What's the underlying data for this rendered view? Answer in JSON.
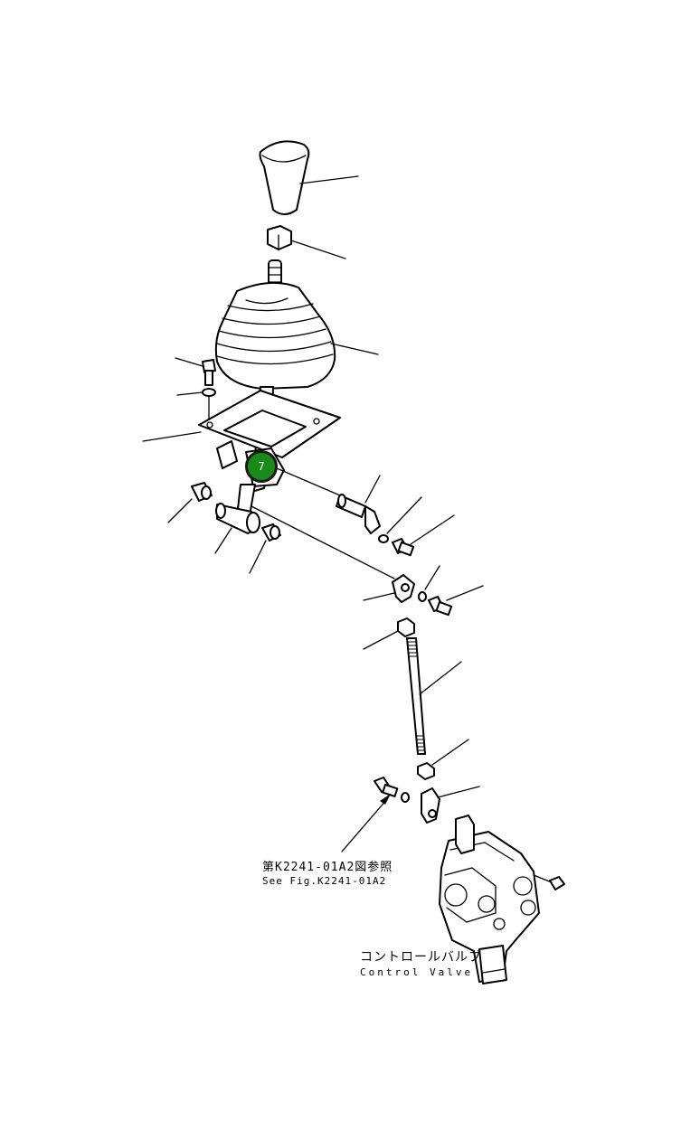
{
  "hotspot": {
    "number": "7",
    "color": "#1a8a1a",
    "text_color": "#ffffff"
  },
  "references": {
    "see_fig_jp": "第K2241-01A2図参照",
    "see_fig_en": "See Fig.K2241-01A2"
  },
  "control_valve": {
    "jp": "コントロールバルブ",
    "en": "Control Valve"
  }
}
